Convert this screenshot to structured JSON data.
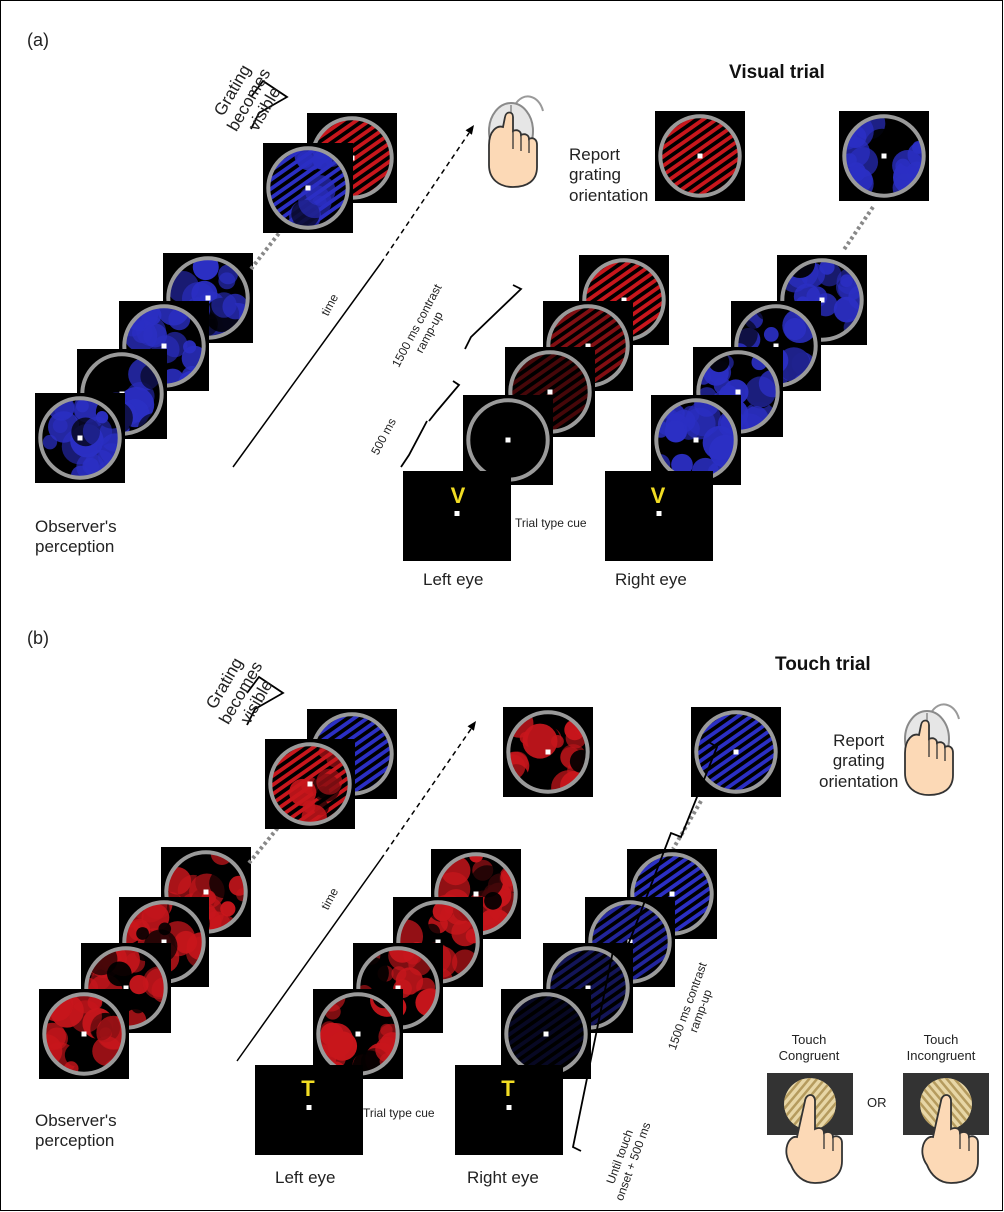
{
  "panel_a": {
    "letter": "(a)",
    "title": "Visual trial",
    "grating_visible_label": "Grating becomes visible",
    "time_label": "time",
    "report_label": [
      "Report",
      "grating",
      "orientation"
    ],
    "ramp_label": [
      "1500 ms contrast",
      "ramp-up"
    ],
    "interval_label": "500 ms",
    "cue_label": "Trial type cue",
    "cue_letter": "V",
    "left_eye": "Left eye",
    "right_eye": "Right eye",
    "perception_label": [
      "Observer's",
      "perception"
    ]
  },
  "panel_b": {
    "letter": "(b)",
    "title": "Touch trial",
    "grating_visible_label": "Grating becomes visible",
    "time_label": "time",
    "report_label": [
      "Report",
      "grating",
      "orientation"
    ],
    "ramp_label": [
      "1500 ms contrast",
      "ramp-up"
    ],
    "interval_label": [
      "Until touch",
      "onset + 500 ms"
    ],
    "cue_label": "Trial type cue",
    "cue_letter": "T",
    "left_eye": "Left eye",
    "right_eye": "Right eye",
    "perception_label": [
      "Observer's",
      "perception"
    ],
    "touch_congruent": [
      "Touch",
      "Congruent"
    ],
    "touch_incongruent": [
      "Touch",
      "Incongruent"
    ],
    "or_label": "OR"
  },
  "colors": {
    "blue_stim": "#2b2fc4",
    "red_stim": "#c8161c",
    "cue_yellow": "#f2dd24",
    "ring": "#9a9a9a",
    "skin": "#fcd9b6"
  }
}
